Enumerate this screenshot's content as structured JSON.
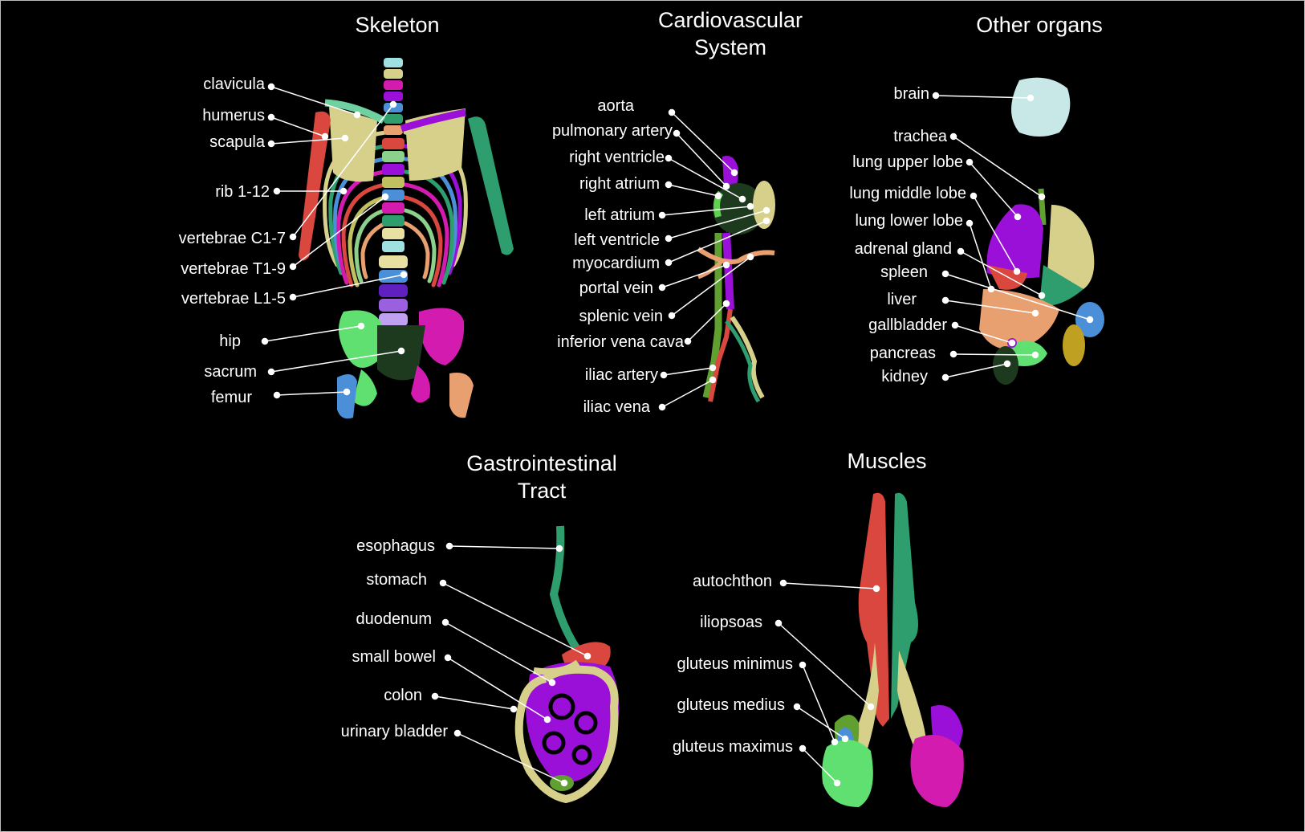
{
  "titles": {
    "skeleton": "Skeleton",
    "cardio_line1": "Cardiovascular",
    "cardio_line2": "System",
    "other": "Other organs",
    "gi_line1": "Gastrointestinal",
    "gi_line2": "Tract",
    "muscles": "Muscles"
  },
  "skeleton": [
    "clavicula",
    "humerus",
    "scapula",
    "rib 1-12",
    "vertebrae C1-7",
    "vertebrae T1-9",
    "vertebrae L1-5",
    "hip",
    "sacrum",
    "femur"
  ],
  "cardio": [
    "aorta",
    "pulmonary artery",
    "right ventricle",
    "right atrium",
    "left atrium",
    "left ventricle",
    "myocardium",
    "portal vein",
    "splenic vein",
    "inferior vena cava",
    "iliac artery",
    "iliac vena"
  ],
  "other": [
    "brain",
    "trachea",
    "lung upper lobe",
    "lung middle lobe",
    "lung lower lobe",
    "adrenal gland",
    "spleen",
    "liver",
    "gallbladder",
    "pancreas",
    "kidney"
  ],
  "gi": [
    "esophagus",
    "stomach",
    "duodenum",
    "small bowel",
    "colon",
    "urinary bladder"
  ],
  "muscles": [
    "autochthon",
    "iliopsoas",
    "gluteus minimus",
    "gluteus medius",
    "gluteus maximus"
  ],
  "colors": {
    "background": "#000000",
    "text": "#ffffff",
    "leader": "#ffffff",
    "red": "#d9473f",
    "green": "#2e9e6e",
    "purple": "#9a10d8",
    "yellow": "#d6d08a",
    "magenta": "#d41bb0",
    "blue": "#4a8fd8",
    "dark_green": "#1e3a1e",
    "orange": "#e8a070"
  }
}
